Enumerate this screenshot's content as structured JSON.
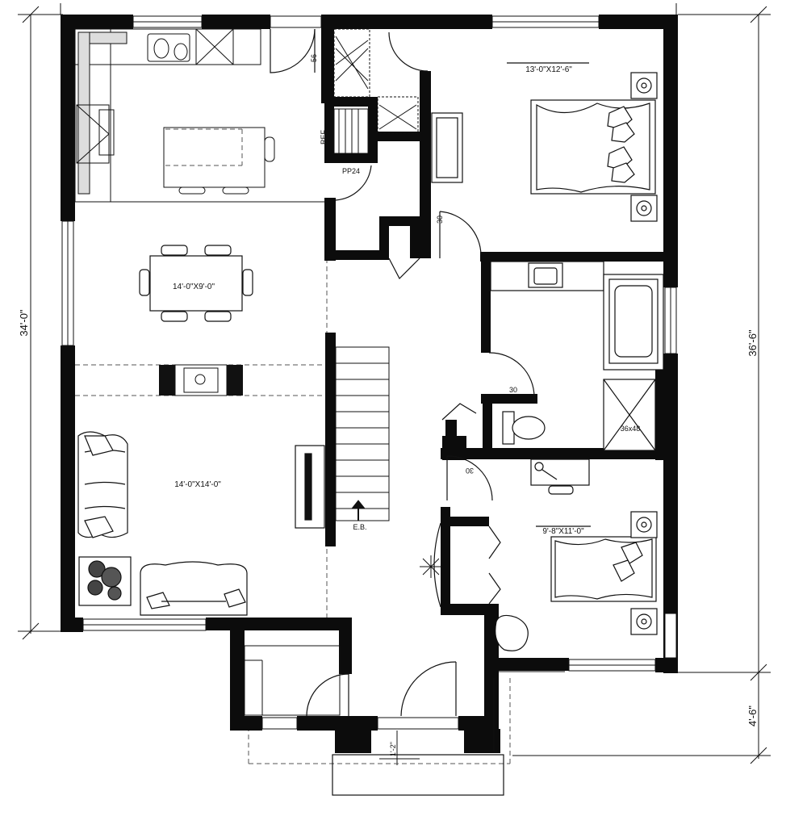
{
  "dimensions": {
    "left_height": "34'-0\"",
    "right_height_main": "36'-6\"",
    "right_height_entry": "4'-6\"",
    "step_depth": "1'-2\""
  },
  "rooms": {
    "master_bedroom": "13'-0\"X12'-6\"",
    "dining": "14'-0\"X9'-0\"",
    "living": "14'-0\"X14'-0\"",
    "bedroom_2": "9'-8\"X11'-0\""
  },
  "labels": {
    "door_56": "56",
    "door_30_hall": "30",
    "door_30_bath": "30",
    "door_30_bed2": "30",
    "pantry": "PP24",
    "fridge": "REF",
    "shower": "36x48",
    "stair": "E.B."
  }
}
